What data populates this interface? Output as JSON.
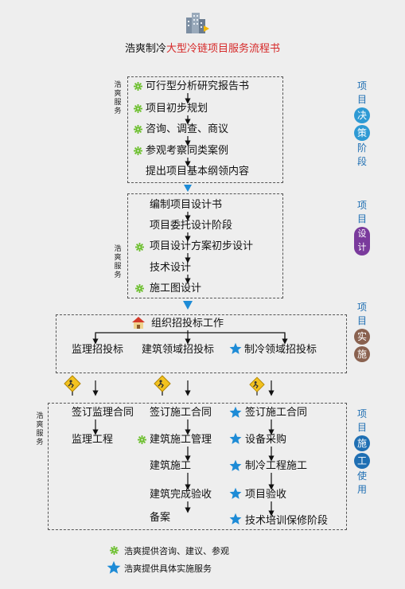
{
  "title": {
    "prefix": "浩爽制冷",
    "highlight": "大型冷链项目服务流程书"
  },
  "side_label": "浩爽服务",
  "section1": {
    "items": [
      "可行型分析研究报告书",
      "项目初步规划",
      "咨询、调查、商议",
      "参观考察同类案例",
      "提出项目基本纲领内容"
    ]
  },
  "section2": {
    "items": [
      "编制项目设计书",
      "项目委托设计阶段",
      "项目设计方案初步设计",
      "技术设计",
      "施工图设计"
    ]
  },
  "section3": {
    "heading": "组织招投标工作",
    "items": [
      "监理招投标",
      "建筑领域招投标",
      "制冷领域招投标"
    ]
  },
  "section4": {
    "col1": [
      "签订监理合同",
      "监理工程"
    ],
    "col2": [
      "签订施工合同",
      "建筑施工管理",
      "建筑施工",
      "建筑完成验收",
      "备案"
    ],
    "col3": [
      "签订施工合同",
      "设备采购",
      "制冷工程施工",
      "项目验收",
      "技术培训保修阶段"
    ]
  },
  "phases": {
    "p1": {
      "top": "项目",
      "disc": [
        "决",
        "策"
      ],
      "bottom": "阶段",
      "color": "#2e9ad4"
    },
    "p2": {
      "top": "项目",
      "disc": [
        "设计"
      ],
      "bottom": "",
      "color": "#7a3a9c"
    },
    "p3": {
      "top": "项目",
      "disc": [
        "实",
        "施"
      ],
      "bottom": "",
      "color": "#8a6250"
    },
    "p4": {
      "top": "项目",
      "disc": [
        "施",
        "工"
      ],
      "bottom": "使用",
      "color": "#1f6fb3"
    }
  },
  "legend": {
    "consult": "浩爽提供咨询、建议、参观",
    "service": "浩爽提供具体实施服务"
  },
  "colors": {
    "gear": "#6bbf2c",
    "star": "#1d8bd6",
    "arrow_blue": "#1d8bd6",
    "title_red": "#d62828"
  },
  "icons": {
    "logo": "building-logo-icon",
    "gear": "green-gear-icon",
    "star": "blue-star-icon",
    "house": "house-icon",
    "sign": "construction-sign-icon"
  }
}
